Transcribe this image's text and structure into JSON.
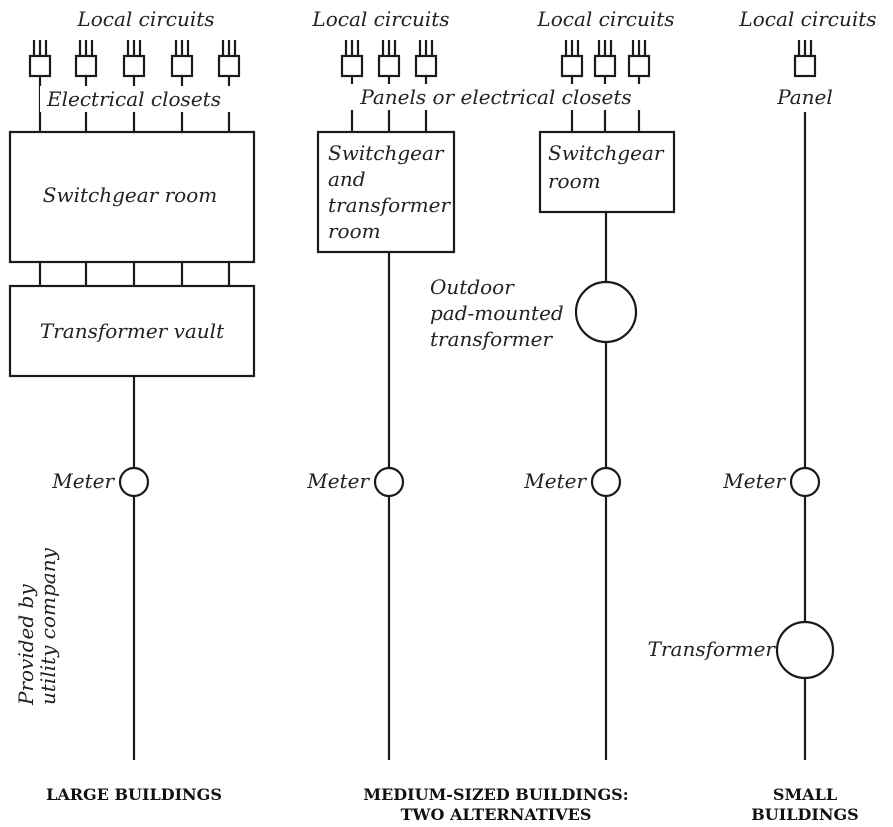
{
  "columns": {
    "large": {
      "top_label": "Local circuits",
      "closets_label": "Electrical closets",
      "switchgear": "Switchgear room",
      "vault": "Transformer vault",
      "meter": "Meter",
      "utility_note": [
        "Provided by",
        "utility company"
      ],
      "caption": "LARGE BUILDINGS"
    },
    "medium_a": {
      "top_label": "Local circuits",
      "box_lines": [
        "Switchgear",
        "and",
        "transformer",
        "room"
      ],
      "meter": "Meter"
    },
    "medium_shared": {
      "panels_label": "Panels or electrical closets",
      "caption_lines": [
        "MEDIUM-SIZED BUILDINGS:",
        "TWO ALTERNATIVES"
      ]
    },
    "medium_b": {
      "top_label": "Local circuits",
      "box_lines": [
        "Switchgear",
        "room"
      ],
      "transformer_lines": [
        "Outdoor",
        "pad-mounted",
        "transformer"
      ],
      "meter": "Meter"
    },
    "small": {
      "top_label": "Local circuits",
      "panel_label": "Panel",
      "meter": "Meter",
      "transformer": "Transformer",
      "caption_lines": [
        "SMALL",
        "BUILDINGS"
      ]
    }
  }
}
